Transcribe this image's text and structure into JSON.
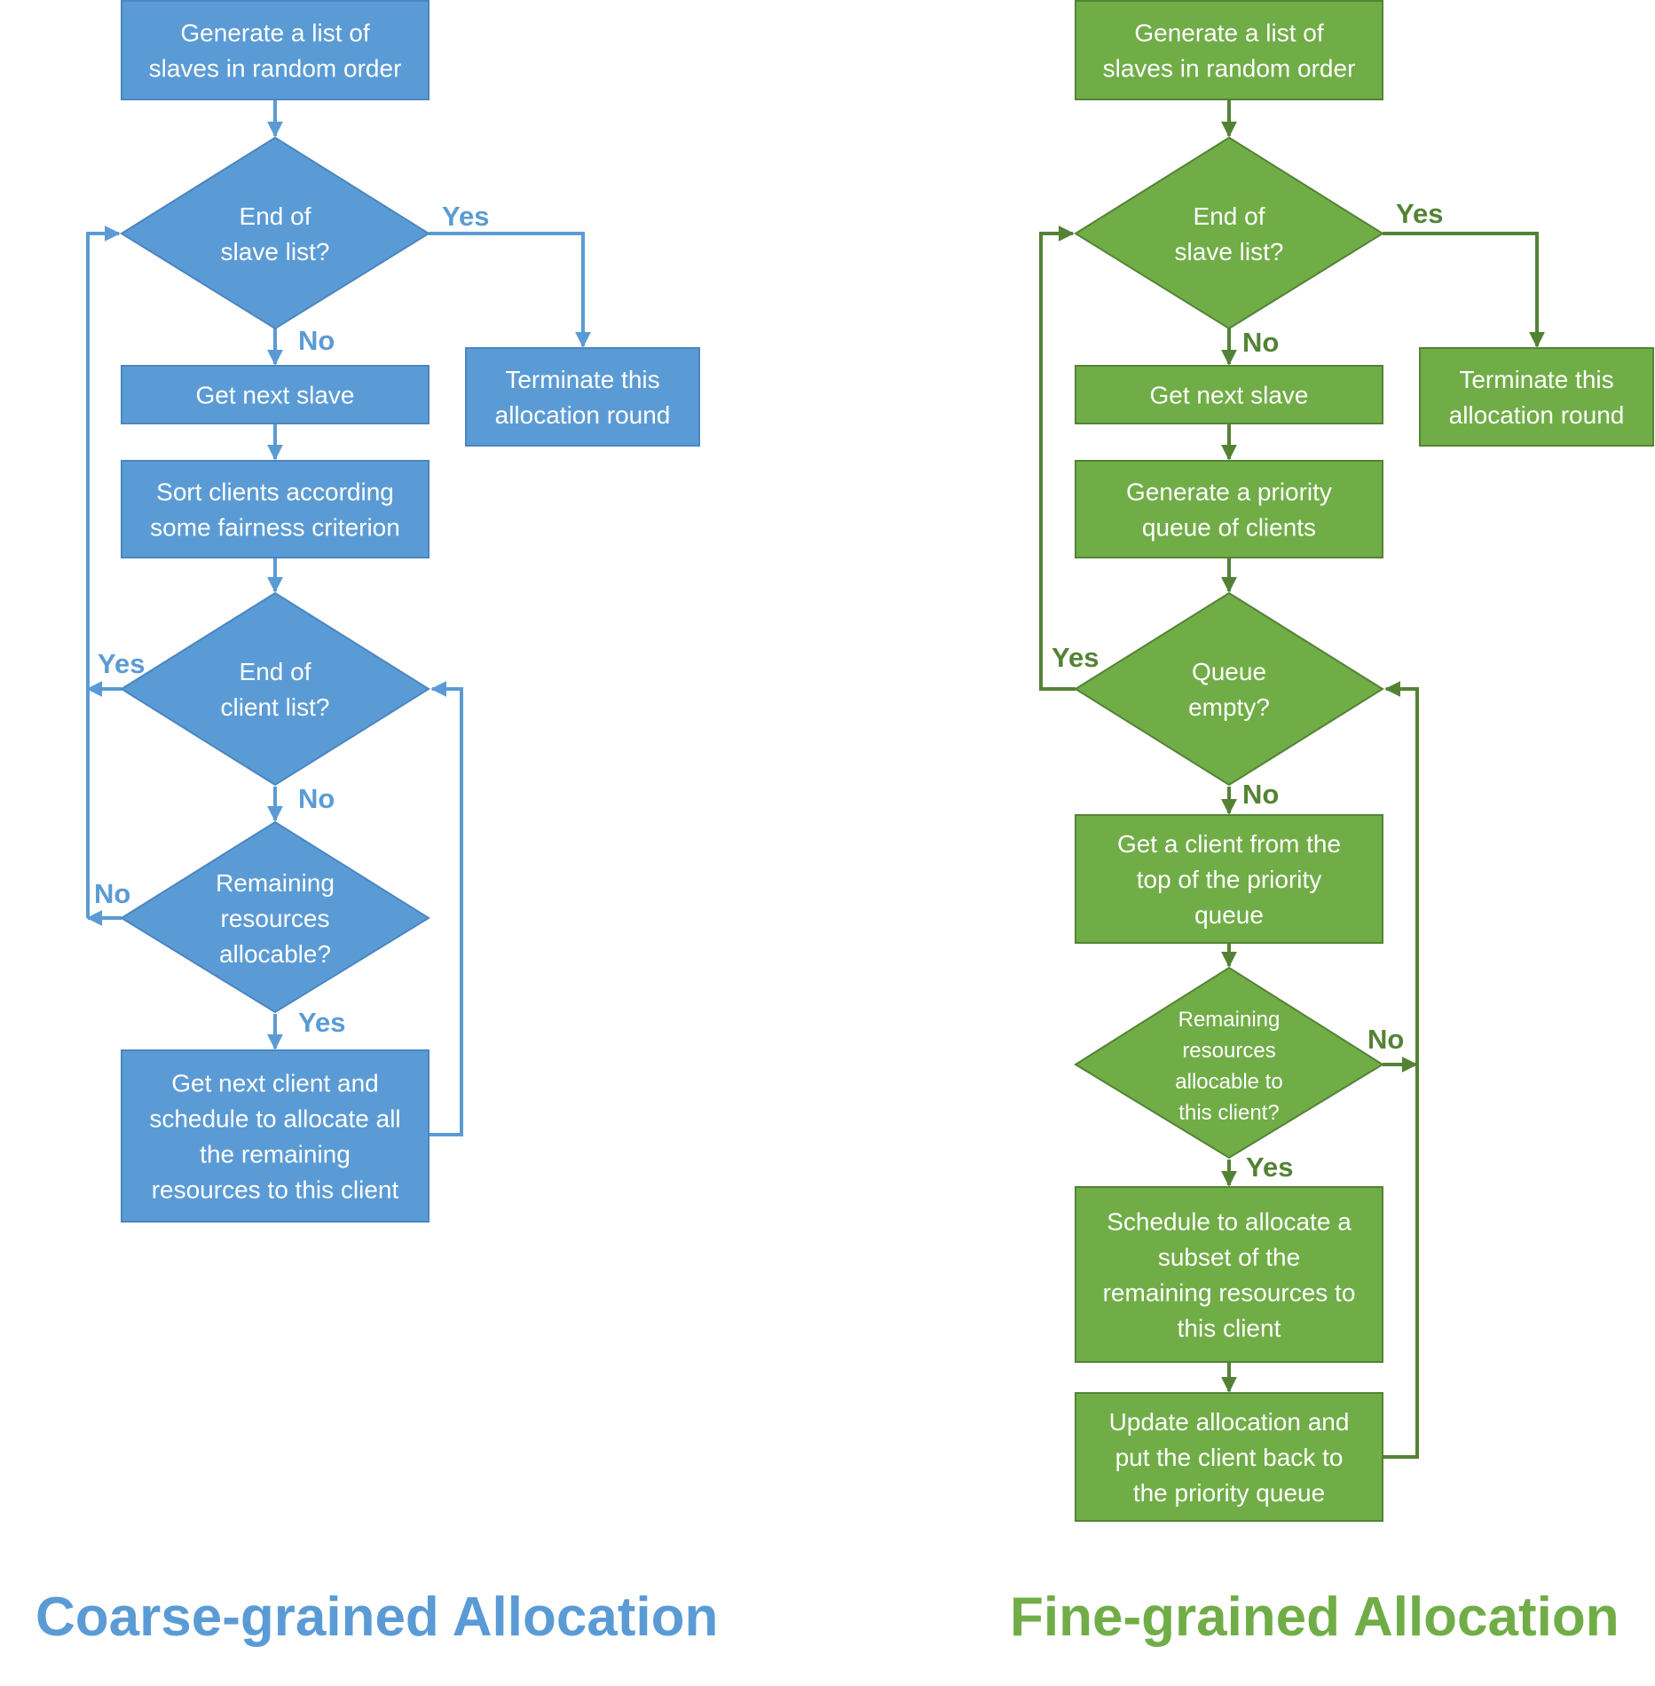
{
  "colors": {
    "blue_fill": "#5b9bd5",
    "blue_stroke": "#4a86c0",
    "green_fill": "#70ad47",
    "green_stroke": "#548235",
    "white": "#ffffff"
  },
  "coarse": {
    "title": "Coarse-grained Allocation",
    "nodes": {
      "generate_list": [
        "Generate a list of",
        "slaves in random order"
      ],
      "end_slave_list": [
        "End of",
        "slave list?"
      ],
      "terminate": [
        "Terminate this",
        "allocation round"
      ],
      "get_next_slave": [
        "Get next slave"
      ],
      "sort_clients": [
        "Sort clients according",
        "some fairness criterion"
      ],
      "end_client_list": [
        "End of",
        "client list?"
      ],
      "remaining_allocable": [
        "Remaining",
        "resources",
        "allocable?"
      ],
      "get_next_client": [
        "Get next client and",
        "schedule to allocate all",
        "the remaining",
        "resources to this client"
      ]
    },
    "labels": {
      "slave_yes": "Yes",
      "slave_no": "No",
      "client_yes": "Yes",
      "client_no": "No",
      "remaining_no": "No",
      "remaining_yes": "Yes"
    }
  },
  "fine": {
    "title": "Fine-grained Allocation",
    "nodes": {
      "generate_list": [
        "Generate a list of",
        "slaves in random order"
      ],
      "end_slave_list": [
        "End of",
        "slave list?"
      ],
      "terminate": [
        "Terminate this",
        "allocation round"
      ],
      "get_next_slave": [
        "Get next slave"
      ],
      "generate_queue": [
        "Generate a priority",
        "queue of clients"
      ],
      "queue_empty": [
        "Queue",
        "empty?"
      ],
      "get_client_top": [
        "Get a client from the",
        "top of the priority",
        "queue"
      ],
      "remaining_allocable_client": [
        "Remaining",
        "resources",
        "allocable to",
        "this client?"
      ],
      "schedule_subset": [
        "Schedule to allocate a",
        "subset of the",
        "remaining resources to",
        "this client"
      ],
      "update_allocation": [
        "Update allocation and",
        "put the client back to",
        "the priority queue"
      ]
    },
    "labels": {
      "slave_yes": "Yes",
      "slave_no": "No",
      "queue_yes": "Yes",
      "queue_no": "No",
      "remaining_no": "No",
      "remaining_yes": "Yes"
    }
  }
}
